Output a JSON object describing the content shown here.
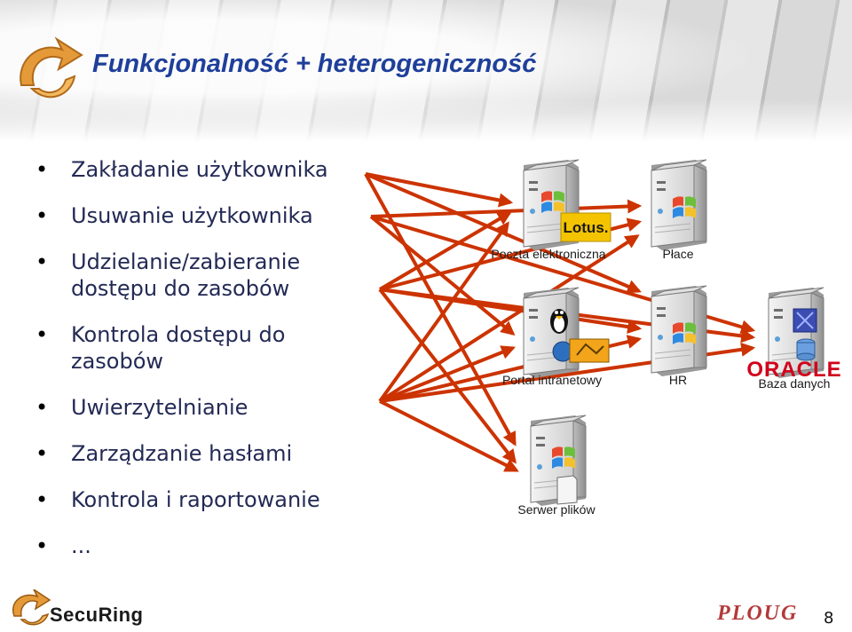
{
  "slide": {
    "title": "Funkcjonalność + heterogeniczność",
    "bullets": [
      "Zakładanie użytkownika",
      "Usuwanie użytkownika",
      "Udzielanie/zabieranie dostępu do zasobów",
      "Kontrola dostępu do zasobów",
      "Uwierzytelnianie",
      "Zarządzanie hasłami",
      "Kontrola i raportowanie",
      "..."
    ],
    "page_number": "8"
  },
  "servers": {
    "poczta": {
      "label": "Poczta elektroniczna",
      "badge": "Lotus."
    },
    "place": {
      "label": "Płace"
    },
    "portal": {
      "label": "Portal intranetowy"
    },
    "hr": {
      "label": "HR"
    },
    "baza": {
      "label": "Baza danych",
      "badge": "ORACLE"
    },
    "pliki": {
      "label": "Serwer plików"
    }
  },
  "footer": {
    "company": "SecuRing",
    "partner": "PLOUG"
  },
  "colors": {
    "title": "#1f3f9a",
    "bullet_text": "#232a55",
    "arrow": "#cc3300",
    "oracle": "#d0021b",
    "lotus_bg": "#f5c400"
  },
  "icons": {
    "top_logo": "securing-arrow-logo",
    "server": "server-tower-icon",
    "windows": "windows-flag-icon",
    "linux": "tux-penguin-icon"
  }
}
